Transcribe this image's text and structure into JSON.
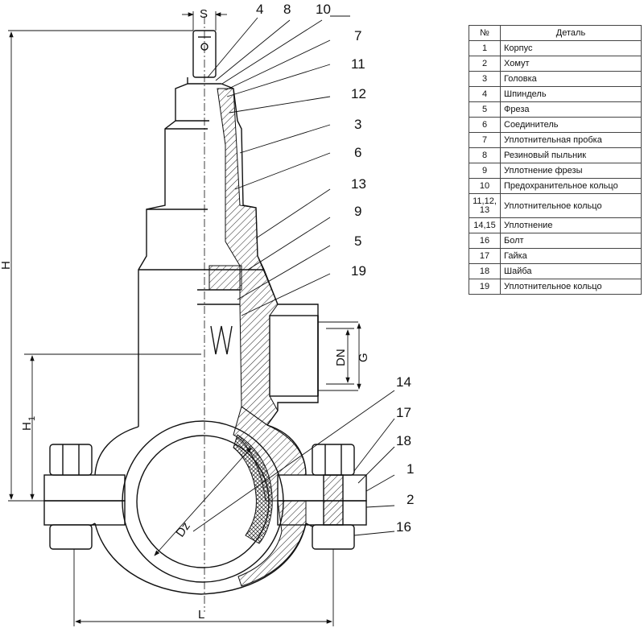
{
  "table": {
    "headers": [
      "№",
      "Деталь"
    ],
    "rows": [
      {
        "num": "1",
        "part": "Корпус"
      },
      {
        "num": "2",
        "part": "Хомут"
      },
      {
        "num": "3",
        "part": "Головка"
      },
      {
        "num": "4",
        "part": "Шпиндель"
      },
      {
        "num": "5",
        "part": "Фреза"
      },
      {
        "num": "6",
        "part": "Соединитель"
      },
      {
        "num": "7",
        "part": "Уплотнительная пробка"
      },
      {
        "num": "8",
        "part": "Резиновый пыльник"
      },
      {
        "num": "9",
        "part": "Уплотнение фрезы"
      },
      {
        "num": "10",
        "part": "Предохранительное кольцо"
      },
      {
        "num": "11,12, 13",
        "part": "Уплотнительное кольцо"
      },
      {
        "num": "14,15",
        "part": "Уплотнение"
      },
      {
        "num": "16",
        "part": "Болт"
      },
      {
        "num": "17",
        "part": "Гайка"
      },
      {
        "num": "18",
        "part": "Шайба"
      },
      {
        "num": "19",
        "part": "Уплотнительное кольцо"
      }
    ]
  },
  "callouts": [
    "4",
    "8",
    "10",
    "7",
    "11",
    "12",
    "3",
    "6",
    "13",
    "9",
    "5",
    "19",
    "14",
    "17",
    "18",
    "1",
    "2",
    "16"
  ],
  "dimensions": {
    "s": "S",
    "h": "H",
    "h1": "H",
    "h1_sub": "1",
    "dn": "DN",
    "g": "G",
    "dz": "Dz",
    "l": "L"
  }
}
